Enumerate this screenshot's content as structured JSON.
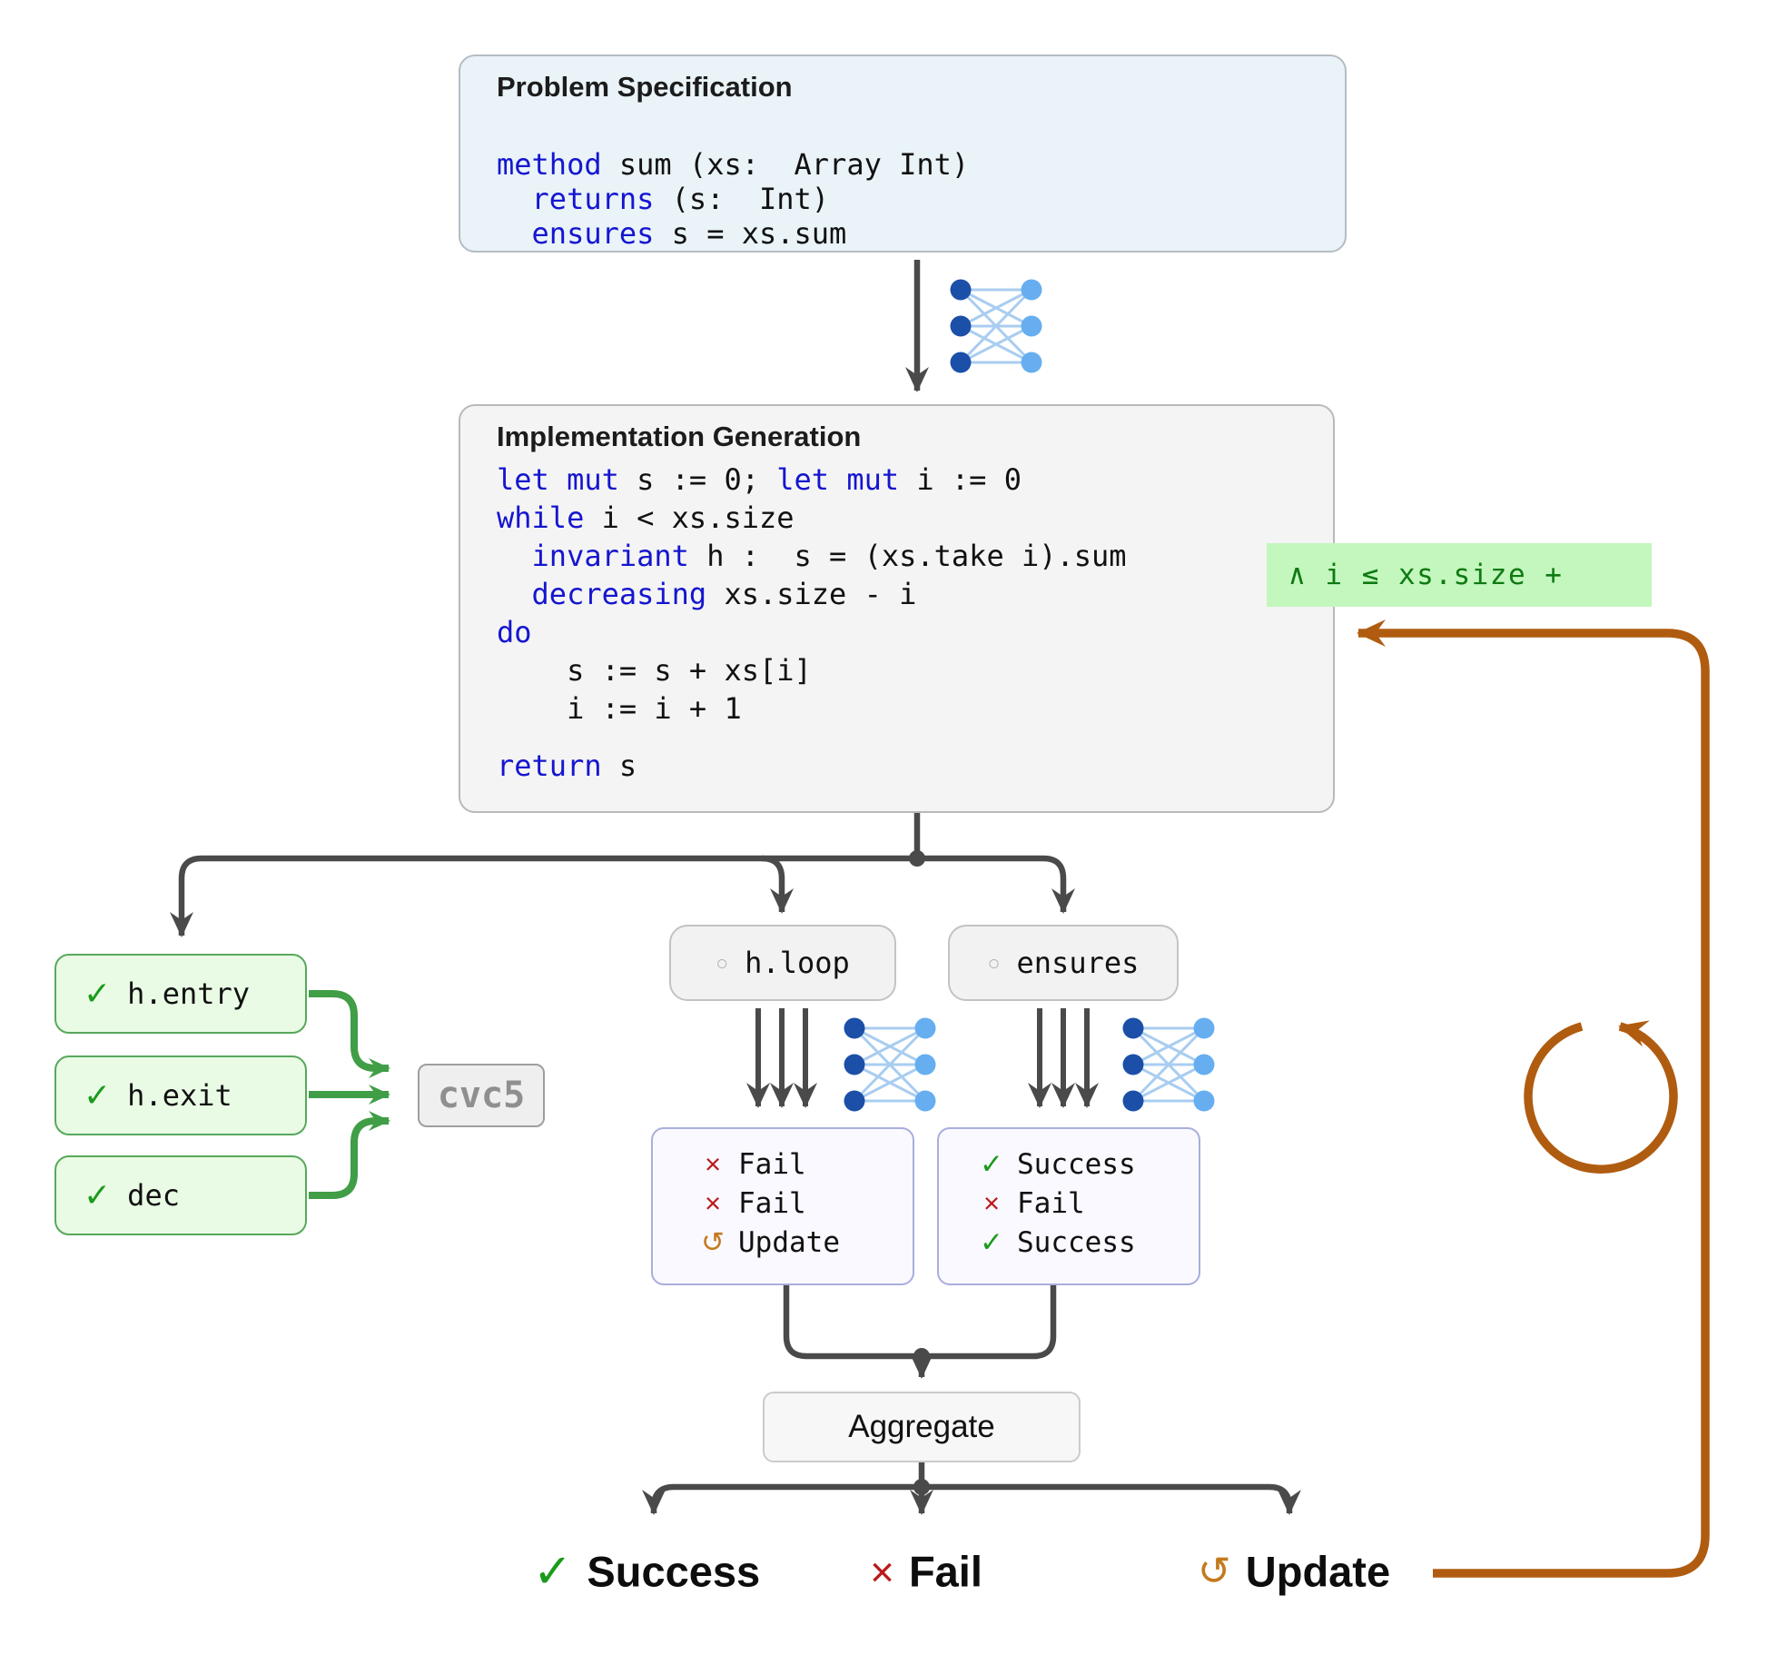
{
  "ps": {
    "title": "Problem Specification",
    "code": [
      [
        {
          "t": "method",
          "kw": 1
        },
        {
          "t": " sum (xs:  Array Int)"
        }
      ],
      [
        {
          "t": "  "
        },
        {
          "t": "returns",
          "kw": 1
        },
        {
          "t": " (s:  Int)"
        }
      ],
      [
        {
          "t": "  "
        },
        {
          "t": "ensures",
          "kw": 1
        },
        {
          "t": " s = xs.sum"
        }
      ]
    ]
  },
  "ig": {
    "title": "Implementation Generation",
    "code": [
      [
        {
          "t": "let mut",
          "kw": 1
        },
        {
          "t": " s := 0; "
        },
        {
          "t": "let mut",
          "kw": 1
        },
        {
          "t": " i := 0"
        }
      ],
      [
        {
          "t": "while",
          "kw": 1
        },
        {
          "t": " i < xs.size"
        }
      ],
      [
        {
          "t": "  "
        },
        {
          "t": "invariant",
          "kw": 1
        },
        {
          "t": " h :  s = (xs.take i).sum"
        }
      ],
      [
        {
          "t": "  "
        },
        {
          "t": "decreasing",
          "kw": 1
        },
        {
          "t": " xs.size - i"
        }
      ],
      [
        {
          "t": "do",
          "kw": 1
        }
      ],
      [
        {
          "t": "    s := s + xs[i]"
        }
      ],
      [
        {
          "t": "    i := i + 1"
        }
      ],
      [],
      [
        {
          "t": "return",
          "kw": 1
        },
        {
          "t": " s"
        }
      ]
    ]
  },
  "patch": {
    "text": "∧ i ≤ xs.size +"
  },
  "vcs": [
    {
      "icon": "✓",
      "label": "h.entry"
    },
    {
      "icon": "✓",
      "label": "h.exit"
    },
    {
      "icon": "✓",
      "label": "dec"
    }
  ],
  "solver": {
    "label": "cvc5"
  },
  "nodes": [
    {
      "marker": "○",
      "label": "h.loop"
    },
    {
      "marker": "○",
      "label": "ensures"
    }
  ],
  "results": [
    {
      "rows": [
        {
          "icon": "×",
          "label": "Fail"
        },
        {
          "icon": "×",
          "label": "Fail"
        },
        {
          "icon": "↺",
          "label": "Update"
        }
      ]
    },
    {
      "rows": [
        {
          "icon": "✓",
          "label": "Success"
        },
        {
          "icon": "×",
          "label": "Fail"
        },
        {
          "icon": "✓",
          "label": "Success"
        }
      ]
    }
  ],
  "agg": {
    "label": "Aggregate"
  },
  "outcomes": [
    {
      "icon": "✓",
      "label": "Success"
    },
    {
      "icon": "×",
      "label": "Fail"
    },
    {
      "icon": "↺",
      "label": "Update"
    }
  ],
  "colors": {
    "keyword_blue": "#1515d0",
    "patch_bg": "#c3f7bd",
    "patch_text": "#0e7a12",
    "success_green": "#1b9b1b",
    "fail_red": "#bb1a1a",
    "update_orange": "#c47a1e",
    "flow_gray": "#4a4a4a",
    "solver_arrow_green": "#3f9e46",
    "loop_brown": "#b05c10",
    "nn_dark_blue": "#1b4fa8",
    "nn_light_blue": "#66aef0"
  }
}
